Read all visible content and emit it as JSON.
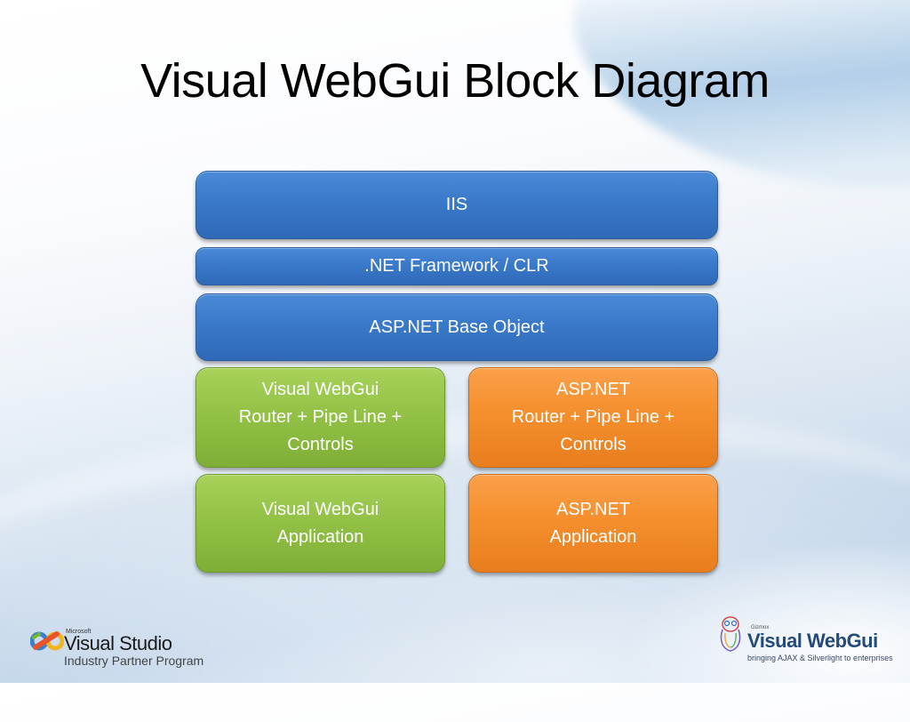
{
  "slide": {
    "title": "Visual WebGui Block Diagram"
  },
  "diagram": {
    "layers": [
      {
        "id": "iis",
        "label": "IIS",
        "color": "#3a79c9"
      },
      {
        "id": "dotnet",
        "label": ".NET Framework / CLR",
        "color": "#3a79c9"
      },
      {
        "id": "aspnet-base",
        "label": "ASP.NET Base Object",
        "color": "#3a79c9"
      }
    ],
    "columns": [
      {
        "id": "vwg",
        "color": "#93c247",
        "blocks": [
          {
            "lines": [
              "Visual WebGui",
              "Router + Pipe Line +",
              "Controls"
            ]
          },
          {
            "lines": [
              "Visual WebGui",
              "Application"
            ]
          }
        ]
      },
      {
        "id": "aspnet",
        "color": "#f58f2e",
        "blocks": [
          {
            "lines": [
              "ASP.NET",
              "Router + Pipe Line +",
              "Controls"
            ]
          },
          {
            "lines": [
              "ASP.NET",
              "Application"
            ]
          }
        ]
      }
    ]
  },
  "footer": {
    "left_logo": {
      "brand": "Microsoft",
      "name": "Visual Studio",
      "subtitle": "Industry Partner Program"
    },
    "right_logo": {
      "brand": "Gizmox",
      "name": "Visual WebGui",
      "tagline": "bringing AJAX  & Silverlight to enterprises"
    }
  }
}
